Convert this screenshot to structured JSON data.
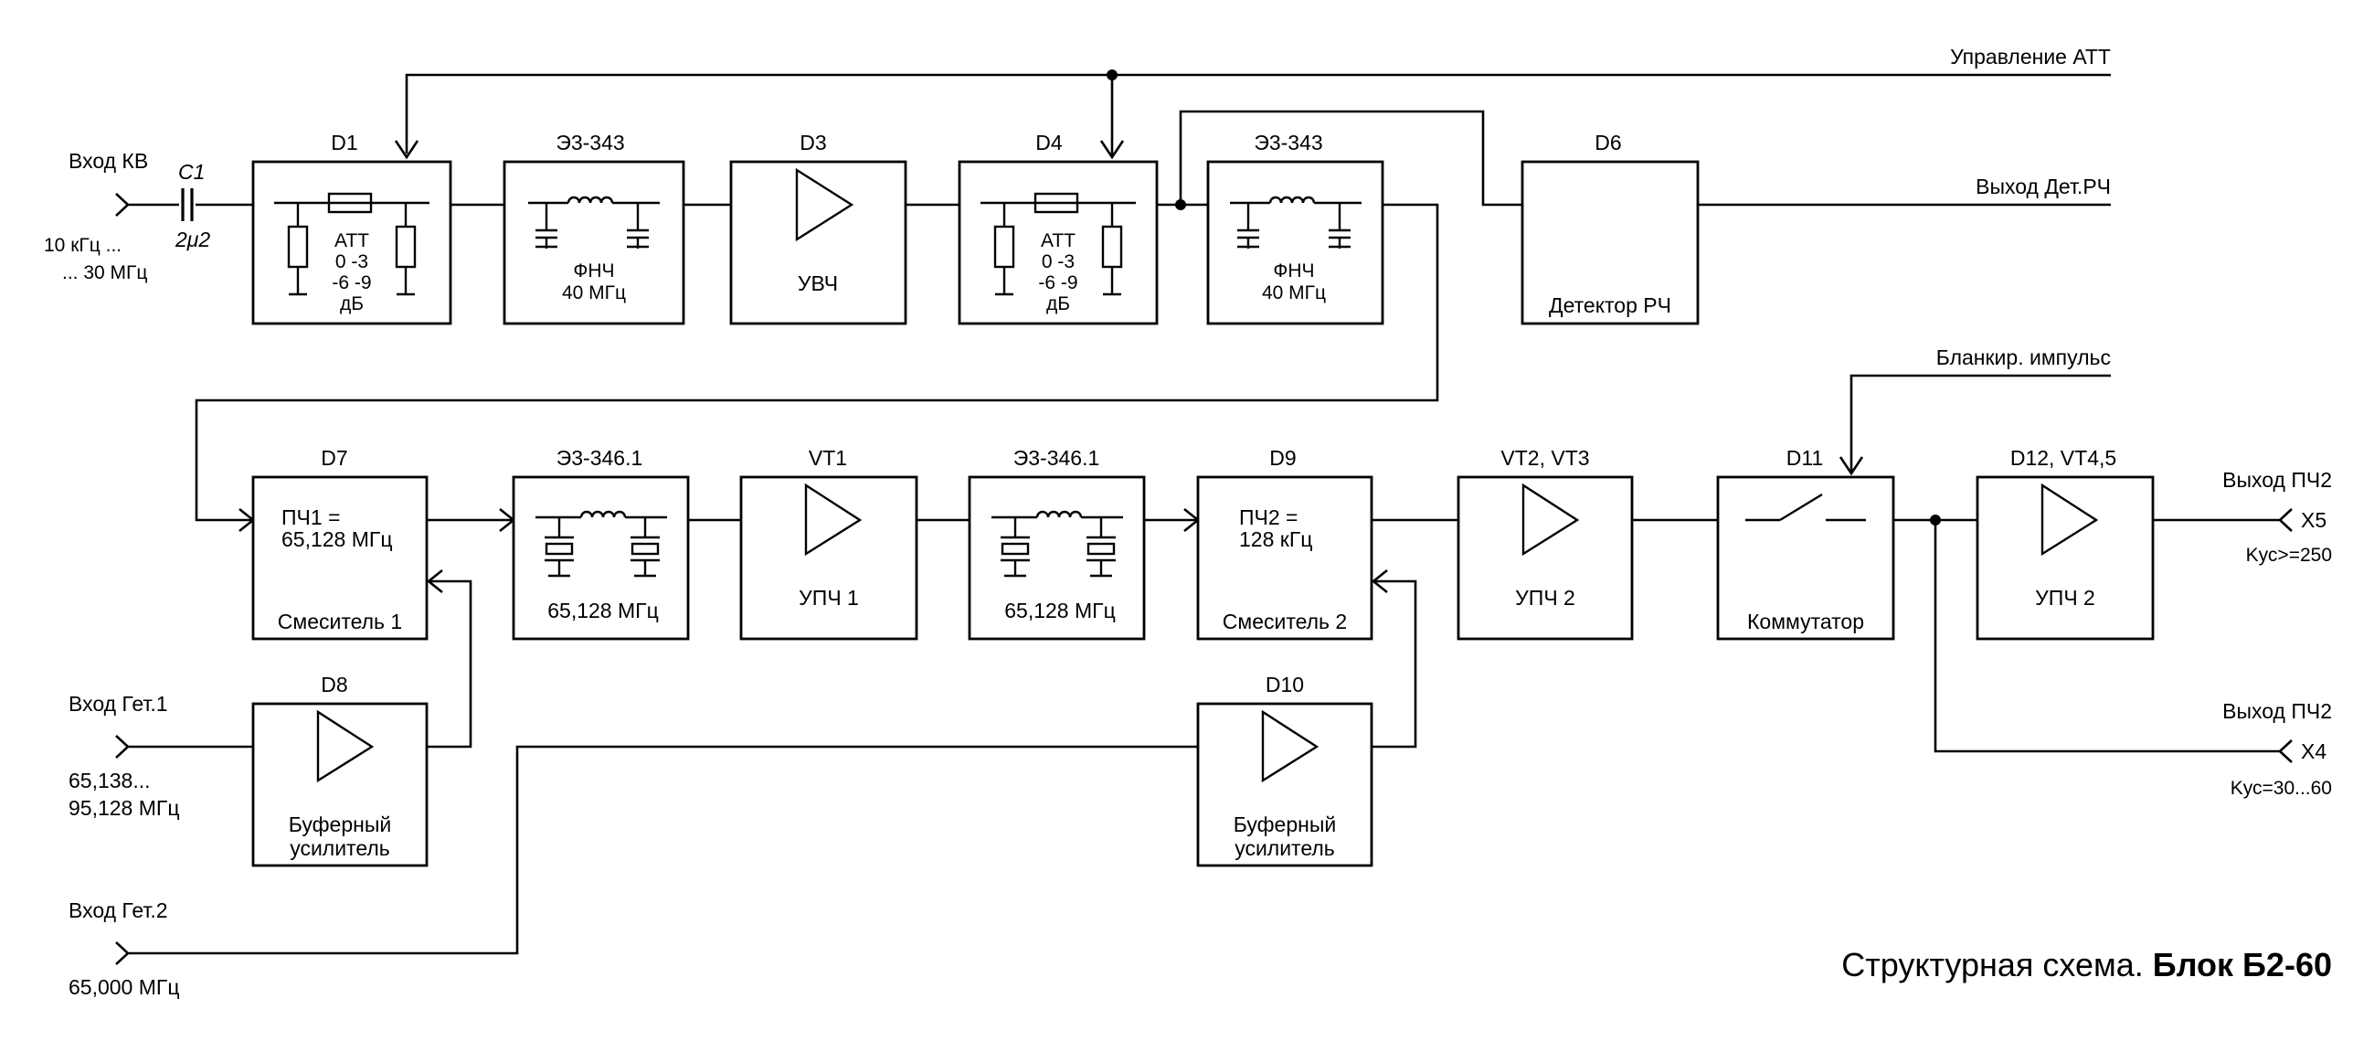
{
  "signals": {
    "att_control": "Управление АТТ",
    "det_output": "Выход Дет.РЧ",
    "blank_pulse": "Бланкир. импульс"
  },
  "inputs": {
    "kv": {
      "label": "Вход КВ",
      "range1": "10 кГц ...",
      "range2": "... 30 МГц"
    },
    "get1": {
      "label": "Вход Гет.1",
      "freq1": "65,138...",
      "freq2": "95,128 МГц"
    },
    "get2": {
      "label": "Вход Гет.2",
      "freq": "65,000 МГц"
    }
  },
  "capacitor": {
    "name": "C1",
    "value": "2μ2"
  },
  "outputs": {
    "x5": {
      "label": "Выход ПЧ2",
      "connector": "X5",
      "gain": "Kус>=250"
    },
    "x4": {
      "label": "Выход ПЧ2",
      "connector": "X4",
      "gain": "Kус=30...60"
    }
  },
  "blocks": {
    "d1": {
      "ref": "D1",
      "l1": "АТТ",
      "l2": "0 -3",
      "l3": "-6 -9",
      "l4": "дБ"
    },
    "f1": {
      "ref": "Э3-343",
      "l1": "ФНЧ",
      "l2": "40 МГц"
    },
    "d3": {
      "ref": "D3",
      "l1": "УВЧ"
    },
    "d4": {
      "ref": "D4",
      "l1": "АТТ",
      "l2": "0 -3",
      "l3": "-6 -9",
      "l4": "дБ"
    },
    "f2": {
      "ref": "Э3-343",
      "l1": "ФНЧ",
      "l2": "40 МГц"
    },
    "d6": {
      "ref": "D6",
      "l1": "Детектор РЧ"
    },
    "d7": {
      "ref": "D7",
      "l1": "ПЧ1 =",
      "l2": "65,128 МГц",
      "l3": "Смеситель 1"
    },
    "q1": {
      "ref": "Э3-346.1",
      "l1": "65,128 МГц"
    },
    "vt1": {
      "ref": "VT1",
      "l1": "УПЧ 1"
    },
    "q2": {
      "ref": "Э3-346.1",
      "l1": "65,128 МГц"
    },
    "d9": {
      "ref": "D9",
      "l1": "ПЧ2 =",
      "l2": "128 кГц",
      "l3": "Смеситель 2"
    },
    "vt23": {
      "ref": "VT2, VT3",
      "l1": "УПЧ 2"
    },
    "d11": {
      "ref": "D11",
      "l1": "Коммутатор"
    },
    "d12": {
      "ref": "D12, VT4,5",
      "l1": "УПЧ 2"
    },
    "d8": {
      "ref": "D8",
      "l1": "Буферный",
      "l2": "усилитель"
    },
    "d10": {
      "ref": "D10",
      "l1": "Буферный",
      "l2": "усилитель"
    }
  },
  "caption": {
    "plain": "Структурная схема. ",
    "bold": "Блок Б2-60"
  }
}
